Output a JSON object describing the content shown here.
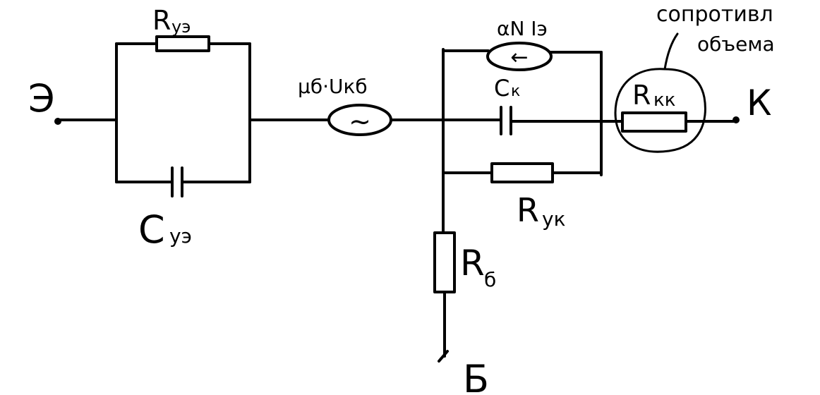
{
  "terminals": {
    "emitter": "Э",
    "collector": "К",
    "base": "Б"
  },
  "components": {
    "r_emitter_junction": {
      "symbol": "R",
      "subscript": "уэ"
    },
    "c_emitter_junction": {
      "symbol": "C",
      "subscript": "уэ"
    },
    "voltage_source": {
      "label": "μб·Uкб",
      "glyph": "~"
    },
    "current_source": {
      "label": "αN Iэ",
      "glyph": "←"
    },
    "c_collector": {
      "symbol": "C",
      "subscript": "к"
    },
    "r_collector_junction": {
      "symbol": "R",
      "subscript": "ук"
    },
    "r_base": {
      "symbol": "R",
      "subscript": "б"
    },
    "r_collector_bulk": {
      "symbol": "R",
      "subscript": "кк"
    }
  },
  "annotation": {
    "line1": "сопротивл",
    "line2": "объема"
  }
}
